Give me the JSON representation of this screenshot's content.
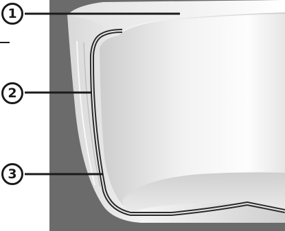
{
  "callouts": [
    {
      "number": "1"
    },
    {
      "number": "2"
    },
    {
      "number": "3"
    }
  ],
  "colors": {
    "page_background": "#ffffff",
    "backdrop": "#6b6b6b",
    "pot_light": "#f7f7f7",
    "pot_shade": "#b9b9b9",
    "leader_line": "#1a1a1a"
  }
}
